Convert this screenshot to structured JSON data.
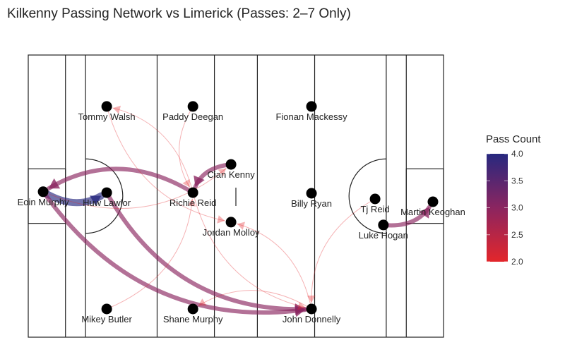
{
  "chart_data": {
    "type": "network",
    "title": "Kilkenny Passing Network vs Limerick (Passes: 2–7 Only)",
    "pitch": {
      "length": 145,
      "width": 90,
      "lines_x": [
        13,
        20,
        45,
        65,
        80,
        100,
        125,
        132
      ]
    },
    "legend": {
      "title": "Pass Count",
      "position": "right",
      "range": [
        2.0,
        4.0
      ],
      "ticks": [
        "4.0",
        "3.5",
        "3.0",
        "2.5",
        "2.0"
      ],
      "colors": {
        "low": "#e3262b",
        "mid": "#8b2560",
        "high": "#27287f"
      }
    },
    "players": [
      {
        "name": "Eoin Murphy",
        "x": 5.2,
        "y": 46.4
      },
      {
        "name": "Huw Lawlor",
        "x": 27.4,
        "y": 46.1
      },
      {
        "name": "Tommy Walsh",
        "x": 27.4,
        "y": 73.6
      },
      {
        "name": "Paddy Deegan",
        "x": 57.5,
        "y": 73.6
      },
      {
        "name": "Cian Kenny",
        "x": 70.8,
        "y": 55.1
      },
      {
        "name": "Richie Reid",
        "x": 57.5,
        "y": 46.1
      },
      {
        "name": "Jordan Molloy",
        "x": 70.8,
        "y": 36.7
      },
      {
        "name": "Mikey Butler",
        "x": 27.4,
        "y": 9.0
      },
      {
        "name": "Shane Murphy",
        "x": 57.5,
        "y": 9.0
      },
      {
        "name": "Fionan Mackessy",
        "x": 98.9,
        "y": 73.6
      },
      {
        "name": "Billy Ryan",
        "x": 98.9,
        "y": 45.9
      },
      {
        "name": "John Donnelly",
        "x": 98.9,
        "y": 9.0
      },
      {
        "name": "Tj Reid",
        "x": 121.1,
        "y": 44.1
      },
      {
        "name": "Luke Hogan",
        "x": 124.0,
        "y": 35.8
      },
      {
        "name": "Martin Keoghan",
        "x": 141.3,
        "y": 43.2
      }
    ],
    "passes": [
      {
        "from": "Eoin Murphy",
        "to": "Huw Lawlor",
        "count": 4
      },
      {
        "from": "Eoin Murphy",
        "to": "John Donnelly",
        "count": 3
      },
      {
        "from": "Huw Lawlor",
        "to": "John Donnelly",
        "count": 3
      },
      {
        "from": "Richie Reid",
        "to": "Eoin Murphy",
        "count": 3
      },
      {
        "from": "Cian Kenny",
        "to": "Richie Reid",
        "count": 3
      },
      {
        "from": "Luke Hogan",
        "to": "Martin Keoghan",
        "count": 3
      },
      {
        "from": "Richie Reid",
        "to": "Tommy Walsh",
        "count": 2
      },
      {
        "from": "Eoin Murphy",
        "to": "Cian Kenny",
        "count": 2
      },
      {
        "from": "Tommy Walsh",
        "to": "Jordan Molloy",
        "count": 2
      },
      {
        "from": "Paddy Deegan",
        "to": "Richie Reid",
        "count": 2
      },
      {
        "from": "Mikey Butler",
        "to": "Richie Reid",
        "count": 2
      },
      {
        "from": "John Donnelly",
        "to": "Jordan Molloy",
        "count": 2
      },
      {
        "from": "Tj Reid",
        "to": "John Donnelly",
        "count": 2
      },
      {
        "from": "Richie Reid",
        "to": "John Donnelly",
        "count": 2
      },
      {
        "from": "John Donnelly",
        "to": "Shane Murphy",
        "count": 2
      }
    ]
  }
}
